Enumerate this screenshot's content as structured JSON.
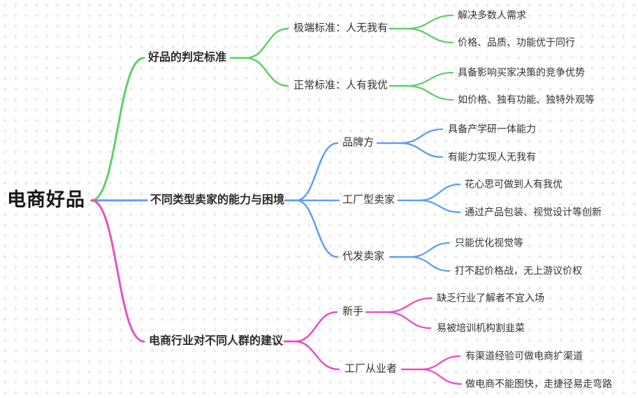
{
  "colors": {
    "branch1": "#5ed069",
    "branch2": "#5c9ff0",
    "branch3": "#e84fc4",
    "grid_dot": "#e2e2e2",
    "text": "#333333"
  },
  "root": {
    "label": "电商好品"
  },
  "branches": [
    {
      "label": "好品的判定标准",
      "children": [
        {
          "label": "极端标准：人无我有",
          "children": [
            {
              "label": "解决多数人需求"
            },
            {
              "label": "价格、品质、功能优于同行"
            }
          ]
        },
        {
          "label": "正常标准：人有我优",
          "children": [
            {
              "label": "具备影响买家决策的竞争优势"
            },
            {
              "label": "如价格、独有功能、独特外观等"
            }
          ]
        }
      ]
    },
    {
      "label": "不同类型卖家的能力与困境",
      "children": [
        {
          "label": "品牌方",
          "children": [
            {
              "label": "具备产学研一体能力"
            },
            {
              "label": "有能力实现人无我有"
            }
          ]
        },
        {
          "label": "工厂型卖家",
          "children": [
            {
              "label": "花心思可做到人有我优"
            },
            {
              "label": "通过产品包装、视觉设计等创新"
            }
          ]
        },
        {
          "label": "代发卖家",
          "children": [
            {
              "label": "只能优化视觉等"
            },
            {
              "label": "打不起价格战，无上游议价权"
            }
          ]
        }
      ]
    },
    {
      "label": "电商行业对不同人群的建议",
      "children": [
        {
          "label": "新手",
          "children": [
            {
              "label": "缺乏行业了解者不宜入场"
            },
            {
              "label": "易被培训机构割韭菜"
            }
          ]
        },
        {
          "label": "工厂从业者",
          "children": [
            {
              "label": "有渠道经验可做电商扩渠道"
            },
            {
              "label": "做电商不能图快，走捷径易走弯路"
            }
          ]
        }
      ]
    }
  ]
}
